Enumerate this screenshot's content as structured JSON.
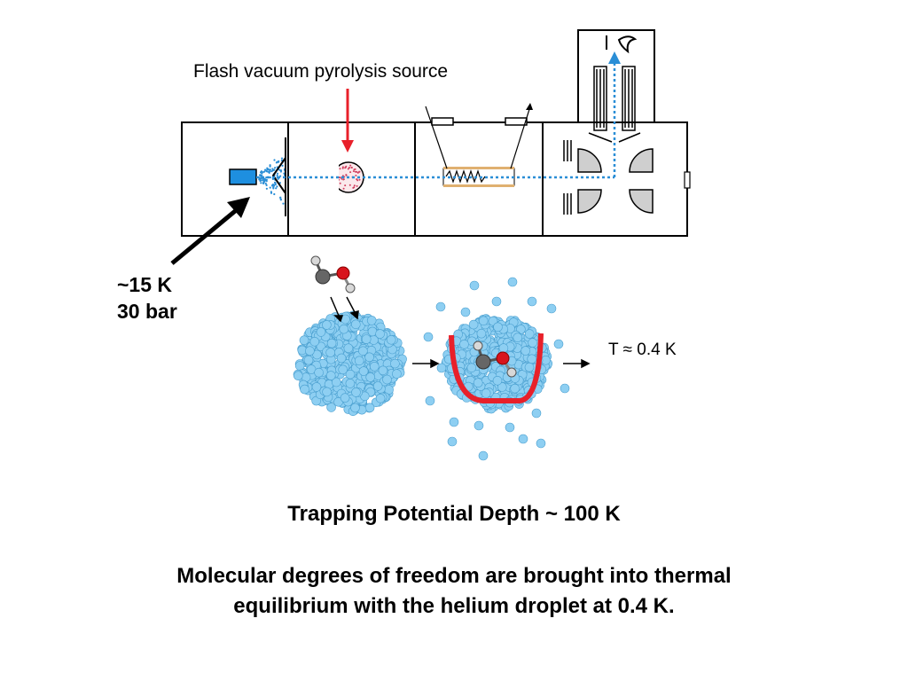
{
  "labels": {
    "source": "Flash vacuum pyrolysis source",
    "conditions_temp": "~15 K",
    "conditions_pressure": "30 bar",
    "droplet_temp": "T ≈ 0.4 K"
  },
  "captions": {
    "trapping": "Trapping Potential Depth  ~ 100 K",
    "line1": "Molecular degrees of freedom are brought into thermal",
    "line2": "equilibrium with the helium droplet at 0.4 K."
  },
  "colors": {
    "source_arrow": "#e8202a",
    "beam": "#2a8ed6",
    "nozzle": "#1e8fe0",
    "helium_atom": "#8ecff2",
    "potential_well": "#e8202a",
    "oxygen": "#d8141c",
    "carbon": "#555555",
    "hydrogen": "#d8d8d8"
  },
  "icons": [
    "nozzle-icon",
    "skimmer-icon",
    "pyrolysis-oven-icon",
    "pickup-cell-icon",
    "quadrupole-bender-icon",
    "detector-icon",
    "helium-droplet-icon",
    "molecule-icon",
    "potential-well-icon"
  ]
}
